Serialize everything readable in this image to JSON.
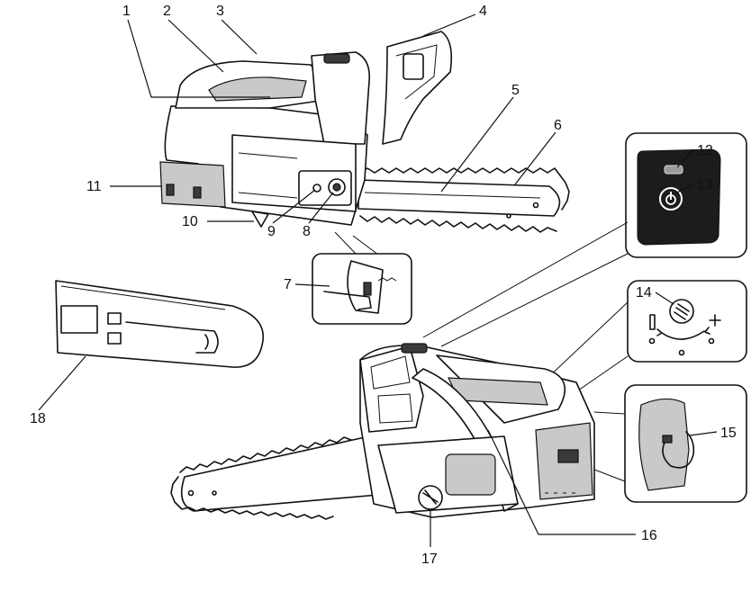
{
  "callouts": {
    "c1": "1",
    "c2": "2",
    "c3": "3",
    "c4": "4",
    "c5": "5",
    "c6": "6",
    "c7": "7",
    "c8": "8",
    "c9": "9",
    "c10": "10",
    "c11": "11",
    "c12": "12",
    "c13": "13",
    "c14": "14",
    "c15": "15",
    "c16": "16",
    "c17": "17",
    "c18": "18"
  },
  "icons": {
    "power": "power-symbol",
    "chain": "saw-chain",
    "minus": "I",
    "plus": "+"
  }
}
